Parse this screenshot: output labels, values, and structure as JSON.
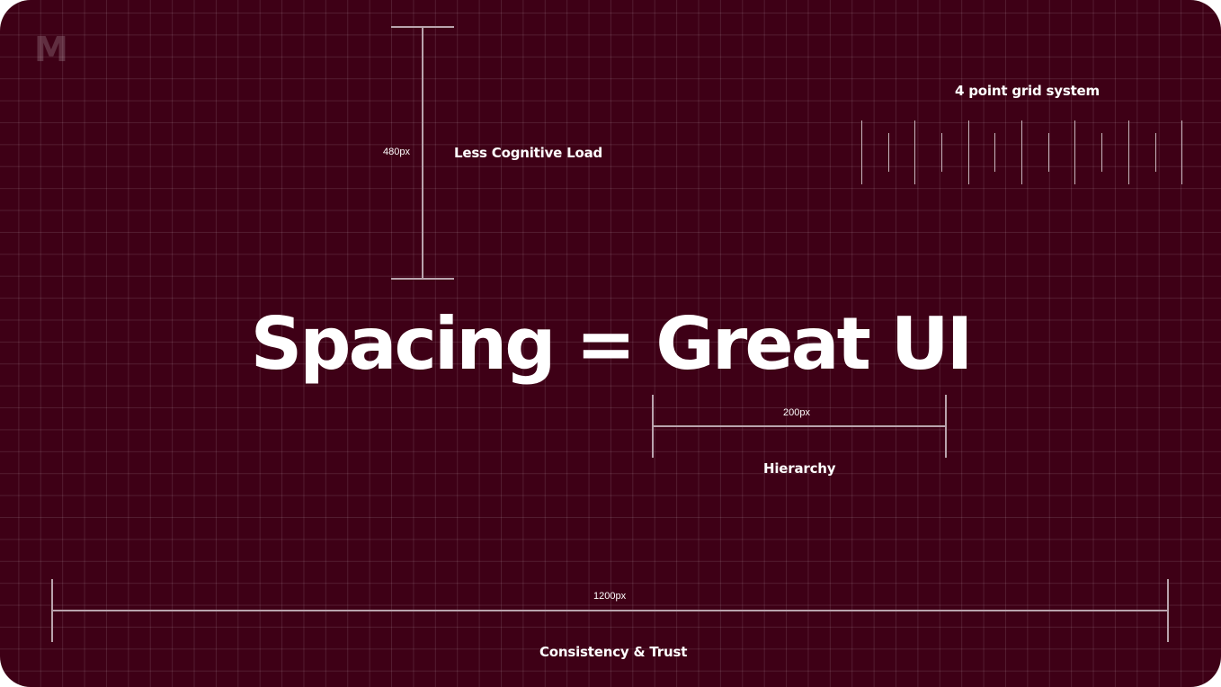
{
  "logo": {
    "text": "M"
  },
  "headline": {
    "text": "Spacing = Great UI"
  },
  "vertical_measure": {
    "value": "480px",
    "label": "Less Cognitive Load"
  },
  "hierarchy_measure": {
    "value": "200px",
    "label": "Hierarchy"
  },
  "bottom_measure": {
    "value": "1200px",
    "label": "Consistency & Trust"
  },
  "grid_system": {
    "label": "4 point grid system"
  },
  "colors": {
    "background": "#3e0016",
    "text": "#ffffff",
    "guide_line": "#b9a3ad",
    "grid_line": "rgba(255,255,255,0.11)"
  }
}
